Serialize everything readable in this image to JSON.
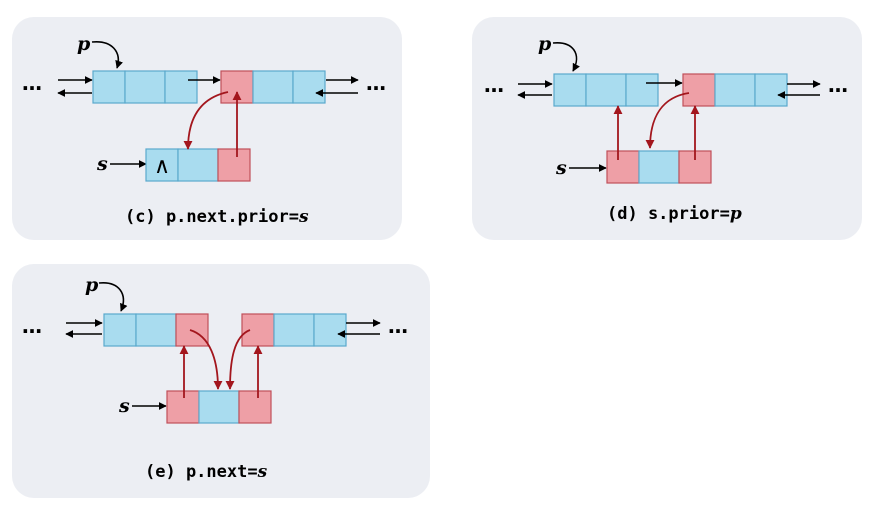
{
  "labels": {
    "p": "p",
    "s": "s",
    "ellipsis": "…",
    "null_symbol": "∧"
  },
  "panels": [
    {
      "id": "c",
      "caption_prefix": "(c) p.next.prior=",
      "caption_var": "s"
    },
    {
      "id": "d",
      "caption_prefix": "(d) s.prior=",
      "caption_var": "p"
    },
    {
      "id": "e",
      "caption_prefix": "(e) p.next=",
      "caption_var": "s"
    }
  ],
  "colors": {
    "panel_bg": "#eceef3",
    "node_blue": "#a9dcef",
    "node_red": "#ee9fa6",
    "arrow_red": "#a3161d",
    "arrow_black": "#000000"
  }
}
